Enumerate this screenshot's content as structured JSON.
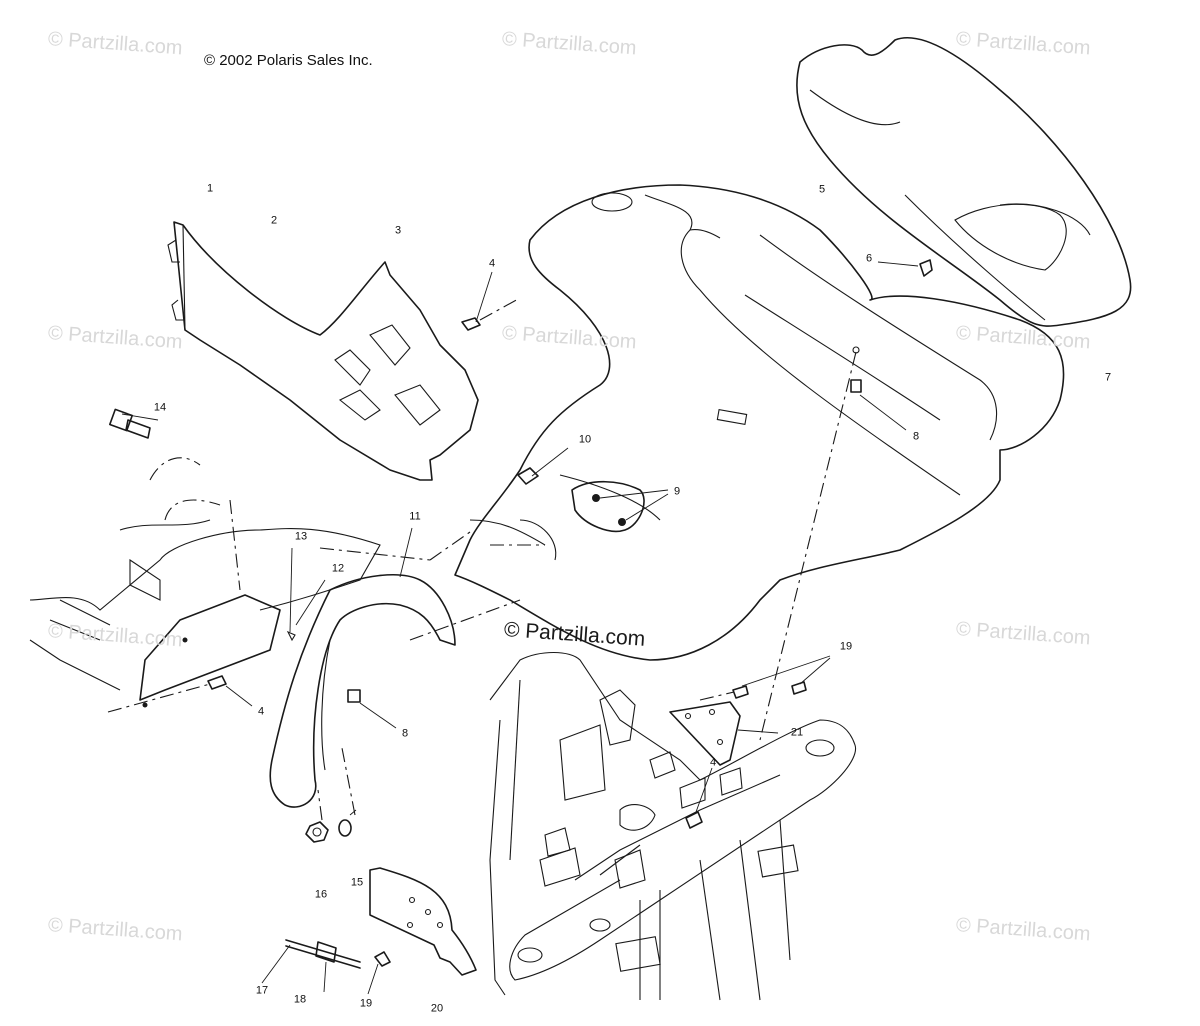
{
  "copyright": "© 2002 Polaris Sales Inc.",
  "watermark_text": "© Partzilla.com",
  "watermarks": [
    {
      "id": "wm-1",
      "text": "© Partzilla.com"
    },
    {
      "id": "wm-2",
      "text": "© Partzilla.com"
    },
    {
      "id": "wm-3",
      "text": "© Partzilla.com"
    },
    {
      "id": "wm-4",
      "text": "© Partzilla.com"
    },
    {
      "id": "wm-5",
      "text": "© Partzilla.com"
    },
    {
      "id": "wm-6",
      "text": "© Partzilla.com"
    },
    {
      "id": "wm-7",
      "text": "© Partzilla.com"
    },
    {
      "id": "wm-8",
      "text": "© Partzilla.com"
    },
    {
      "id": "wm-9",
      "text": "© Partzilla.com"
    },
    {
      "id": "wm-10",
      "text": "© Partzilla.com"
    },
    {
      "id": "wm-11",
      "text": "© Partzilla.com"
    }
  ],
  "callouts": [
    {
      "id": "c1",
      "label": "1"
    },
    {
      "id": "c2",
      "label": "2"
    },
    {
      "id": "c3",
      "label": "3"
    },
    {
      "id": "c4a",
      "label": "4"
    },
    {
      "id": "c4b",
      "label": "4"
    },
    {
      "id": "c4c",
      "label": "4"
    },
    {
      "id": "c5",
      "label": "5"
    },
    {
      "id": "c6",
      "label": "6"
    },
    {
      "id": "c7",
      "label": "7"
    },
    {
      "id": "c8a",
      "label": "8"
    },
    {
      "id": "c8b",
      "label": "8"
    },
    {
      "id": "c9",
      "label": "9"
    },
    {
      "id": "c10",
      "label": "10"
    },
    {
      "id": "c11",
      "label": "11"
    },
    {
      "id": "c12",
      "label": "12"
    },
    {
      "id": "c13",
      "label": "13"
    },
    {
      "id": "c14",
      "label": "14"
    },
    {
      "id": "c15",
      "label": "15"
    },
    {
      "id": "c16",
      "label": "16"
    },
    {
      "id": "c17",
      "label": "17"
    },
    {
      "id": "c18",
      "label": "18"
    },
    {
      "id": "c19a",
      "label": "19"
    },
    {
      "id": "c19b",
      "label": "19"
    },
    {
      "id": "c20",
      "label": "20"
    },
    {
      "id": "c21",
      "label": "21"
    }
  ]
}
